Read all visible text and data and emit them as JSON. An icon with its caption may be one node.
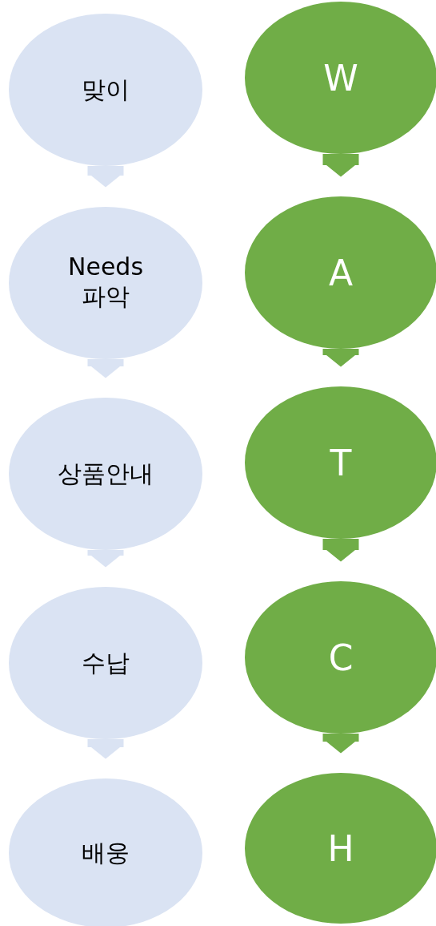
{
  "diagram": {
    "nodes": [
      {
        "text": [
          "맞이"
        ]
      },
      {
        "text": [
          "Needs 파악"
        ]
      },
      {
        "text": [
          "상품안내"
        ]
      },
      {
        "text": [
          "수납"
        ]
      },
      {
        "text": [
          "배웅"
        ]
      },
      {
        "text": [
          "W"
        ]
      },
      {
        "text": [
          "A"
        ]
      },
      {
        "text": [
          "T"
        ]
      },
      {
        "text": [
          "C"
        ]
      },
      {
        "text": [
          "H"
        ]
      }
    ],
    "edges": [
      {
        "from": 0,
        "to": 1,
        "arrow": "to",
        "color": "#dae3f3"
      },
      {
        "from": 1,
        "to": 2,
        "arrow": "to",
        "color": "#dae3f3"
      },
      {
        "from": 2,
        "to": 3,
        "arrow": "to",
        "color": "#dae3f3"
      },
      {
        "from": 3,
        "to": 4,
        "arrow": "to",
        "color": "#dae3f3"
      },
      {
        "from": 5,
        "to": 6,
        "arrow": "to",
        "color": "#70ad47"
      },
      {
        "from": 6,
        "to": 7,
        "arrow": "to",
        "color": "#70ad47"
      },
      {
        "from": 7,
        "to": 8,
        "arrow": "to",
        "color": "#70ad47"
      },
      {
        "from": 8,
        "to": 9,
        "arrow": "to",
        "color": "#70ad47"
      }
    ]
  }
}
